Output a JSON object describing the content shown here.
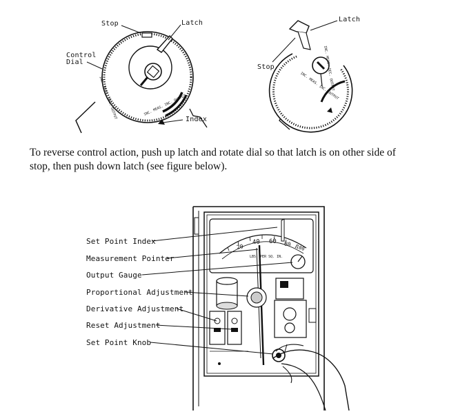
{
  "figure_top": {
    "left_dial": {
      "labels": {
        "stop": "Stop",
        "latch": "Latch",
        "control_dial": "Control\nDial",
        "index": "Index"
      },
      "dial_text": "INC. MEAS. INC. OUTPUT",
      "dial_text_2": "INC. MEAS. DEC. OUTPUT"
    },
    "right_dial": {
      "labels": {
        "latch": "Latch",
        "stop": "Stop"
      },
      "dial_text": "INC. MEAS. DEC. OUTPUT",
      "dial_text_2": "INC. MEAS. INC. OUTPUT"
    }
  },
  "paragraph": {
    "line1": "To reverse control action, push up latch and rotate dial so that latch is on other side of",
    "line2": "stop, then push down latch (see figure below)."
  },
  "figure_bottom": {
    "callouts": [
      {
        "id": "set-point-index",
        "label": "Set Point Index"
      },
      {
        "id": "measurement-pointer",
        "label": "Measurement Pointer"
      },
      {
        "id": "output-gauge",
        "label": "Output Gauge"
      },
      {
        "id": "proportional-adjustment",
        "label": "Proportional Adjustment"
      },
      {
        "id": "derivative-adjustment",
        "label": "Derivative Adjustment"
      },
      {
        "id": "reset-adjustment",
        "label": "Reset Adjustment"
      },
      {
        "id": "set-point-knob",
        "label": "Set Point Knob"
      }
    ],
    "scale": {
      "ticks": [
        "20",
        "40",
        "60",
        "80",
        "100"
      ],
      "unit": "LBS. PER SQ. IN."
    }
  }
}
